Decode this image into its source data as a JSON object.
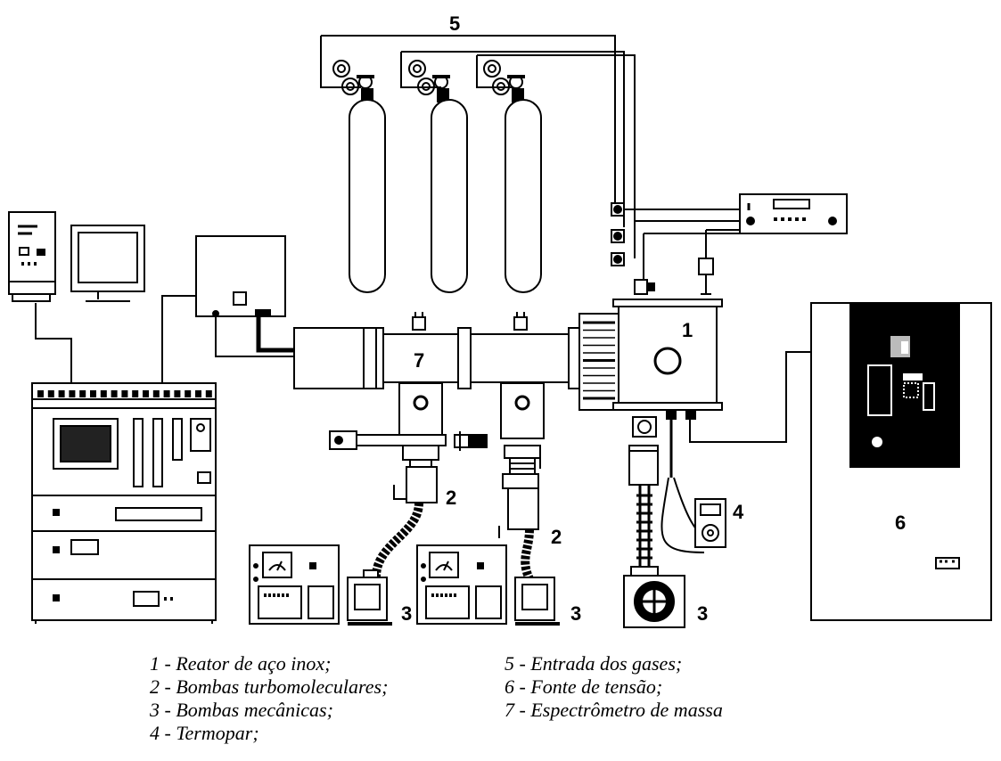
{
  "diagram": {
    "labels": {
      "reactor": "1",
      "turbo_pump_left": "2",
      "turbo_pump_right": "2",
      "mech_pump_left": "3",
      "mech_pump_mid": "3",
      "mech_pump_right": "3",
      "thermocouple": "4",
      "gas_inlet": "5",
      "power_supply": "6",
      "mass_spectrometer": "7"
    }
  },
  "legend": {
    "left": [
      "1 - Reator de aço inox;",
      "2 - Bombas turbomoleculares;",
      "3 - Bombas mecânicas;",
      "4 - Termopar;"
    ],
    "right": [
      "5 - Entrada dos gases;",
      "6 - Fonte de tensão;",
      "7 - Espectrômetro de massa"
    ]
  }
}
